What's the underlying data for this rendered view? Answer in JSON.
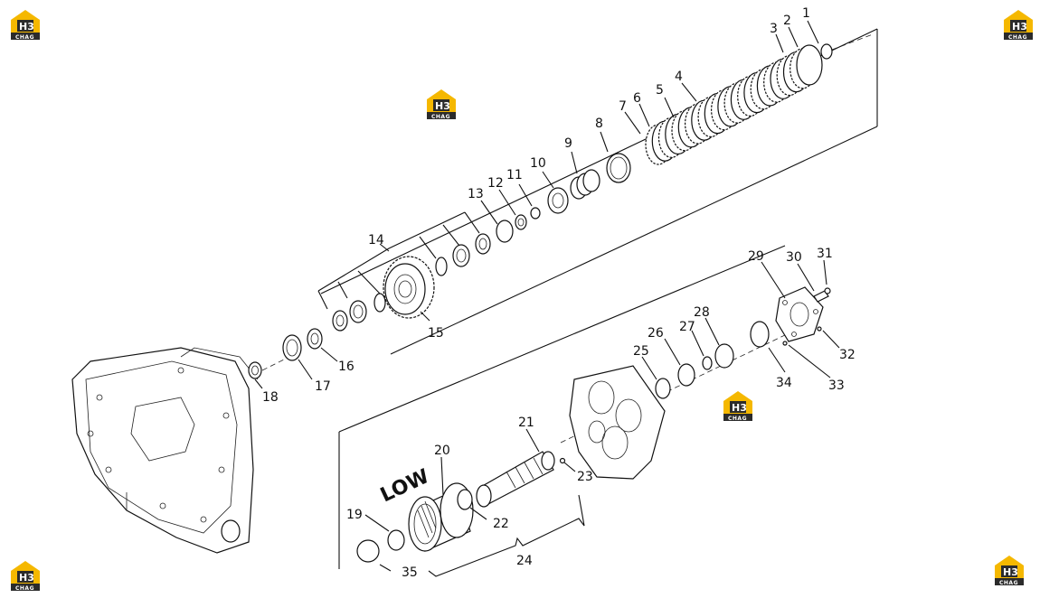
{
  "diagram": {
    "group_label": "LOW",
    "callouts": [
      "1",
      "2",
      "3",
      "4",
      "5",
      "6",
      "7",
      "8",
      "9",
      "10",
      "11",
      "12",
      "13",
      "14",
      "15",
      "16",
      "17",
      "18",
      "19",
      "20",
      "21",
      "22",
      "23",
      "24",
      "25",
      "26",
      "27",
      "28",
      "29",
      "30",
      "31",
      "32",
      "33",
      "34",
      "35"
    ]
  },
  "watermark": {
    "mark": "H3",
    "sub": "CHAG",
    "colors": {
      "yellow": "#f5b800",
      "dark": "#2b2b2b"
    }
  }
}
